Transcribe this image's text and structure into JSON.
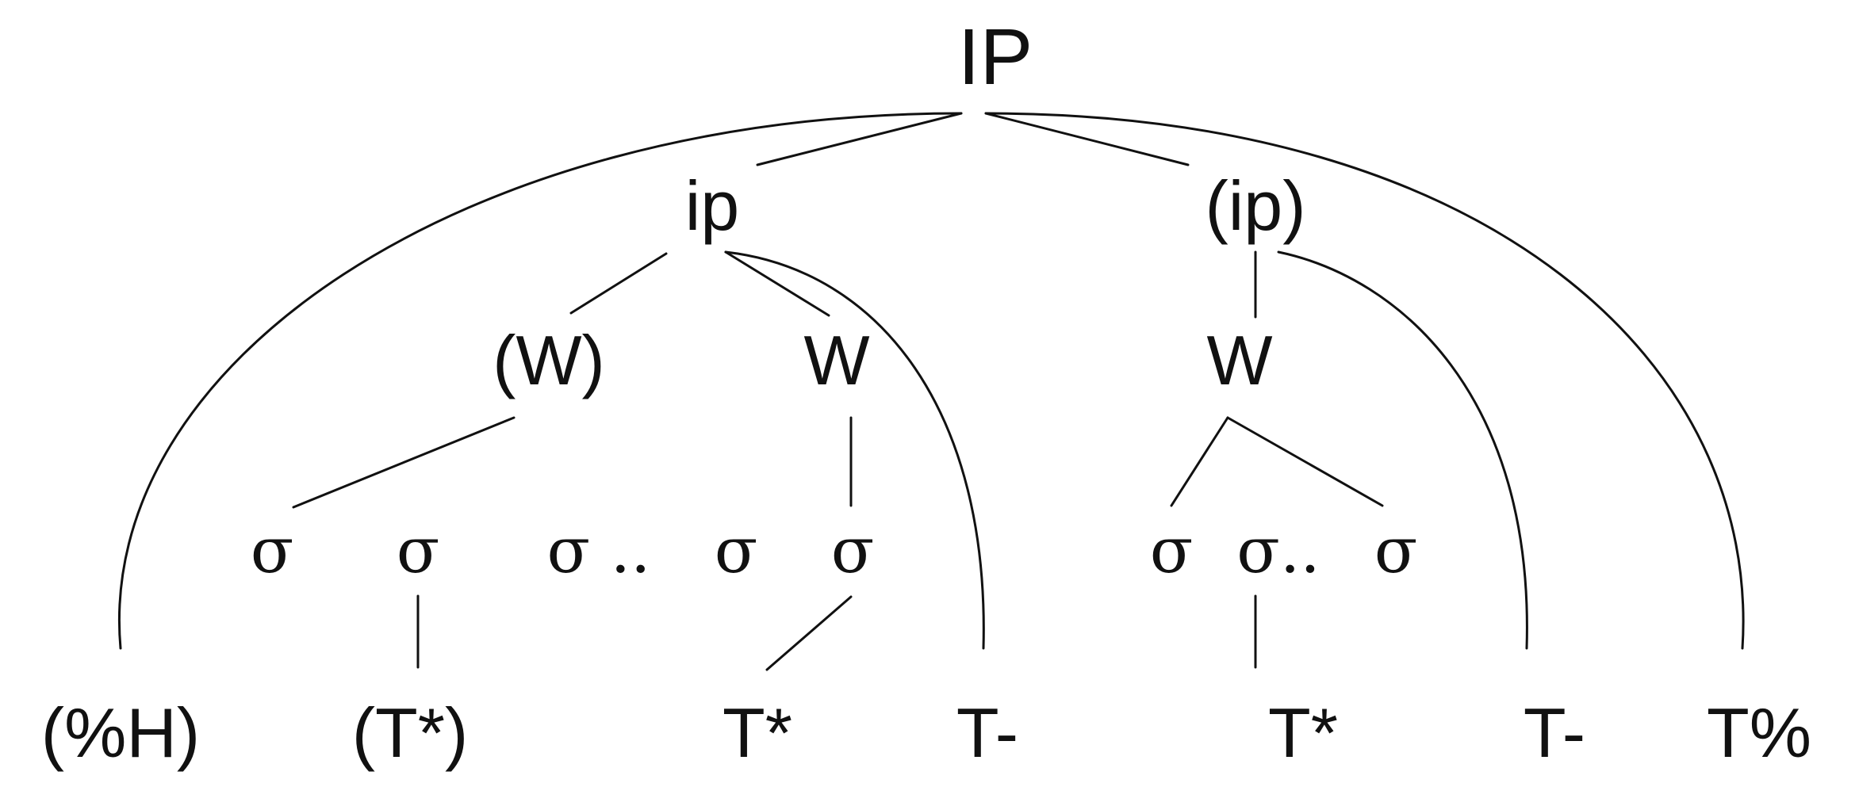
{
  "nodes": {
    "IP": "IP",
    "ip": "ip",
    "ip_optional": "(ip)",
    "W_optional": "(W)",
    "W_left": "W",
    "W_right": "W",
    "sigma_1": "σ",
    "sigma_2": "σ",
    "sigma_3": "σ ..",
    "sigma_4": "σ",
    "sigma_5": "σ",
    "sigma_6": "σ",
    "sigma_7": "σ..",
    "sigma_8": "σ",
    "tone_pct_H": "(%H)",
    "tone_T_star_opt": "(T*)",
    "tone_T_star_left": "T*",
    "tone_T_minus_left": "T-",
    "tone_T_star_right": "T*",
    "tone_T_minus_right": "T-",
    "tone_T_pct": "T%"
  },
  "colors": {
    "line": "#111111",
    "text": "#111111",
    "background": "#ffffff"
  }
}
